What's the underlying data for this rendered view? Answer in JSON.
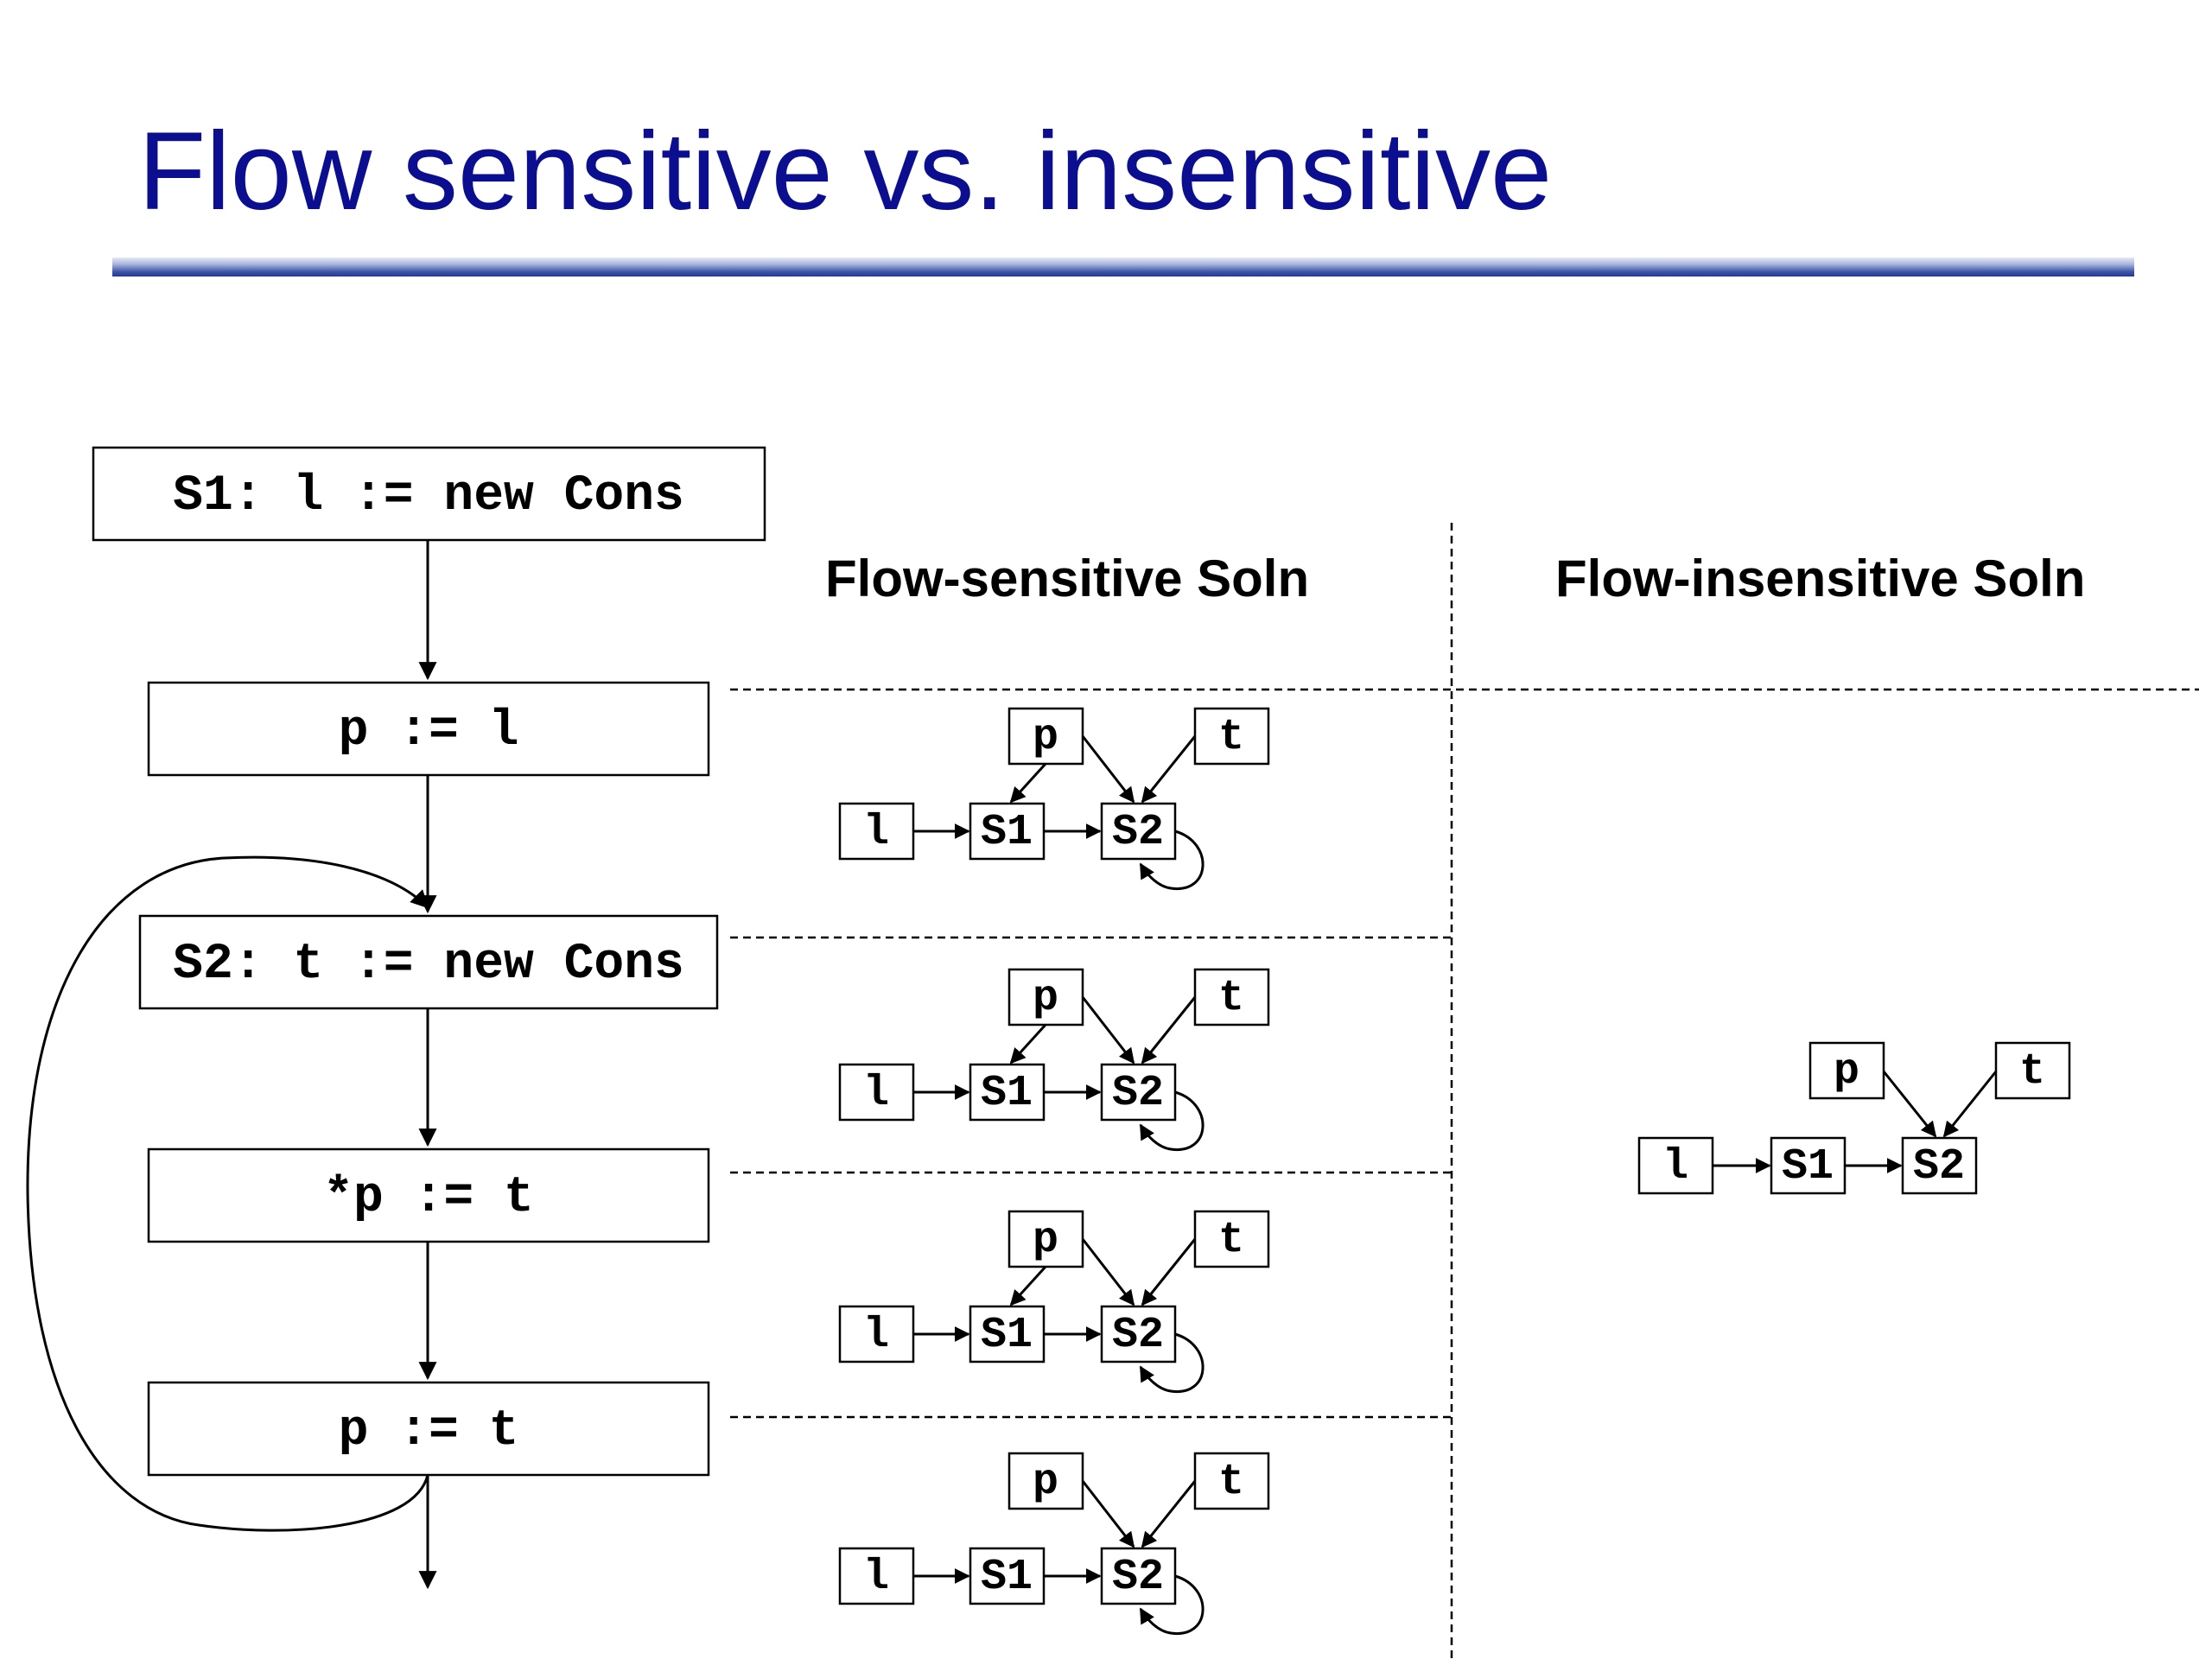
{
  "slide": {
    "title": "Flow sensitive vs. insensitive"
  },
  "columns": {
    "flow_sensitive_heading": "Flow-sensitive Soln",
    "flow_insensitive_heading": "Flow-insensitive Soln"
  },
  "statements": [
    {
      "id": "s1",
      "text": "S1: l := new Cons"
    },
    {
      "id": "p1",
      "text": "p := l"
    },
    {
      "id": "s2",
      "text": "S2: t := new Cons"
    },
    {
      "id": "st",
      "text": "*p := t"
    },
    {
      "id": "pt",
      "text": "p := t"
    }
  ],
  "graph_labels": {
    "p": "p",
    "t": "t",
    "l": "l",
    "s1": "S1",
    "s2": "S2"
  }
}
